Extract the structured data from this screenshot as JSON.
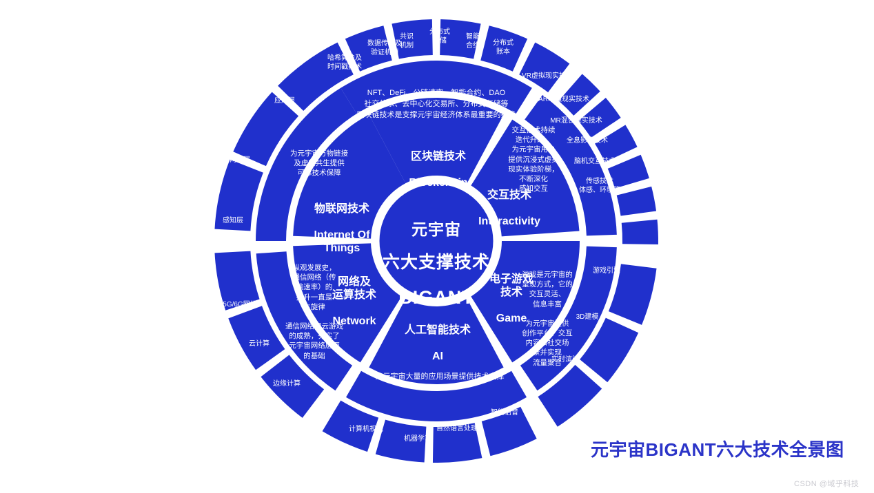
{
  "meta": {
    "caption": "元宇宙BIGANT六大技术全景图",
    "watermark": "CSDN @域乎科技",
    "brand_color": "#2030cc",
    "caption_color": "#2b34c8",
    "background": "#ffffff"
  },
  "center": {
    "line1": "元宇宙",
    "line2": "六大支撑技术",
    "line3": "BIGANT"
  },
  "sectors": [
    {
      "id": "blockchain",
      "title_cn": "区块链技术",
      "title_en": "Blockchain",
      "description": "NFT、DeFi、公链速率、智能合约、DAO\n社交体系、去中心化交易所、分布式存储等\n区块链技术是支撑元宇宙经济体系最重要的技术",
      "leaves": [
        "哈希算法及\n时间戳技术",
        "数据传播及\n验证机制",
        "共识\n机制",
        "分布式\n存储",
        "智能\n合约",
        "分布式\n账本"
      ]
    },
    {
      "id": "interactivity",
      "title_cn": "交互技术",
      "title_en": "Interactivity",
      "description": "交互技术持续\n迭代升级，\n为元宇宙用户\n提供沉浸式虚拟\n现实体验阶梯，\n不断深化\n感知交互",
      "leaves": [
        "VR虚拟现实技术",
        "AR增强现实技术",
        "MR混合现实技术",
        "全息影像技术",
        "脑机交互技术",
        "传感技术\n体感、环境等"
      ]
    },
    {
      "id": "game",
      "title_cn": "电子游戏\n技术",
      "title_en": "Game",
      "description": "游戏是元宇宙的\n呈现方式，它的\n交互灵活、\n信息丰富\n\n为元宇宙提供\n创作平台、交互\n内容和社交场\n景并实现\n流量聚合",
      "leaves": [
        "游戏引擎",
        "3D建模",
        "实时渲染"
      ]
    },
    {
      "id": "ai",
      "title_cn": "人工智能技术",
      "title_en": "AI",
      "description": "为元宇宙大量的应用场景提供技术支撑",
      "leaves": [
        "智能语音",
        "自然语言处理",
        "机器学习",
        "计算机视觉"
      ]
    },
    {
      "id": "network",
      "title_cn": "网络及\n运算技术",
      "title_en": "Network",
      "description": "纵观发展史，\n通信网络（传\n输速率）的\n提升一直是\n主旋律\n\n通信网络和云游戏\n的成熟，夯实了\n元宇宙网络层面\n的基础",
      "leaves": [
        "边缘计算",
        "云计算",
        "5G/6G网络"
      ]
    },
    {
      "id": "iot",
      "title_cn": "物联网技术",
      "title_en": "Internet Of\nThings",
      "description": "为元宇宙万物链接\n及虚实共生提供\n可靠技术保障",
      "leaves": [
        "感知层",
        "网络层",
        "应用层"
      ]
    }
  ]
}
